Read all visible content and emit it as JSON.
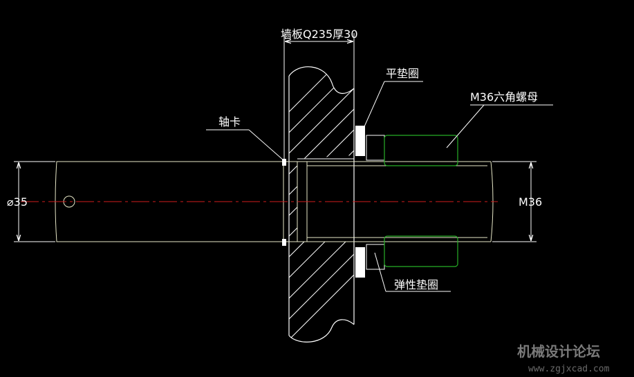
{
  "labels": {
    "wall_plate": "墙板Q235厚30",
    "flat_washer": "平垫圈",
    "hex_nut": "M36六角螺母",
    "shaft_clip": "轴卡",
    "spring_washer": "弹性垫圈",
    "diameter": "⌀35",
    "thread": "M36"
  },
  "watermark": {
    "title": "机械设计论坛",
    "url": "www.zgjxcad.com"
  },
  "colors": {
    "background": "#000000",
    "geometry": "#ffffff",
    "centerline": "#d21c1c",
    "nut": "#27b027",
    "shaft_outline": "#e8e8c8"
  }
}
